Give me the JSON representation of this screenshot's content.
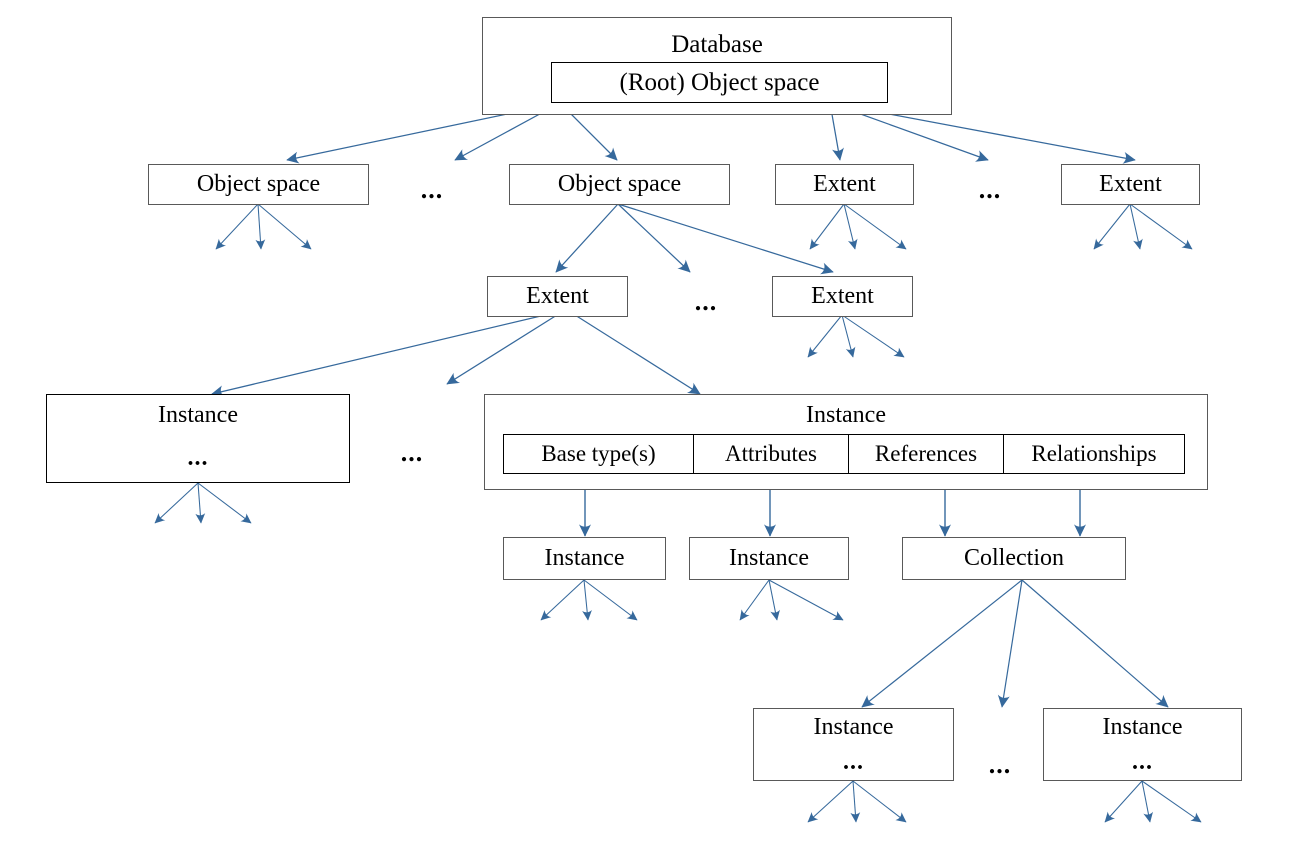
{
  "diagram": {
    "title": "Database object space / extent / instance containment hierarchy",
    "accent_color": "#36699c",
    "box_border_color": "#595959",
    "inner_border_color": "#000000",
    "text_color": "#000000",
    "ellipsis": "..."
  },
  "nodes": {
    "root_database": {
      "label": "Database",
      "inner_label": "(Root) Object space"
    },
    "level2": {
      "object_space_left": "Object space",
      "ellipsis_1": "...",
      "object_space_right": "Object space",
      "extent_left": "Extent",
      "ellipsis_2": "...",
      "extent_right": "Extent"
    },
    "level3": {
      "extent_left": "Extent",
      "ellipsis": "...",
      "extent_right": "Extent"
    },
    "level4": {
      "instance_left": {
        "title": "Instance",
        "dots": "..."
      },
      "ellipsis": "...",
      "instance_main": {
        "title": "Instance",
        "compartments": [
          "Base type(s)",
          "Attributes",
          "References",
          "Relationships"
        ]
      }
    },
    "level5": {
      "instance_base_types": "Instance",
      "instance_attributes": "Instance",
      "collection_references": "Collection"
    },
    "level6": {
      "instance_left": {
        "title": "Instance",
        "dots": "..."
      },
      "ellipsis": "...",
      "instance_right": {
        "title": "Instance",
        "dots": "..."
      }
    }
  }
}
